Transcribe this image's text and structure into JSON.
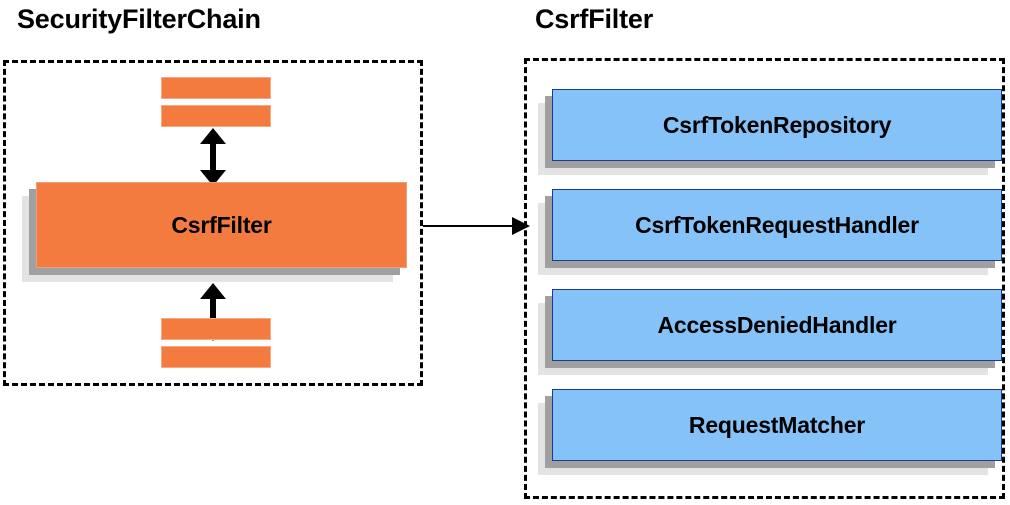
{
  "diagram": {
    "type": "component-relationship-diagram",
    "background_color": "#ffffff",
    "panels": [
      {
        "id": "security-filter-chain",
        "title": "SecurityFilterChain",
        "border_style": "dashed",
        "border_color": "#000000"
      },
      {
        "id": "csrf-filter",
        "title": "CsrfFilter",
        "border_style": "dashed",
        "border_color": "#000000"
      }
    ],
    "colors": {
      "orange_fill": "#f47b3f",
      "orange_border": "#f6a882",
      "blue_fill": "#85c2f8",
      "blue_border": "#1f3a93",
      "shadow_mid": "#a0a0a0",
      "shadow_back": "#e3e3e3",
      "text": "#000000"
    },
    "chain": {
      "highlighted_component": "CsrfFilter",
      "filters_above_count": 2,
      "filters_below_count": 2,
      "arrow_above": "bidirectional-vertical",
      "arrow_below": "bidirectional-vertical"
    },
    "connector": {
      "from": "SecurityFilterChain.CsrfFilter",
      "to": "CsrfFilter panel",
      "style": "single-arrow-right"
    },
    "collaborators": [
      {
        "label": "CsrfTokenRepository"
      },
      {
        "label": "CsrfTokenRequestHandler"
      },
      {
        "label": "AccessDeniedHandler"
      },
      {
        "label": "RequestMatcher"
      }
    ]
  }
}
